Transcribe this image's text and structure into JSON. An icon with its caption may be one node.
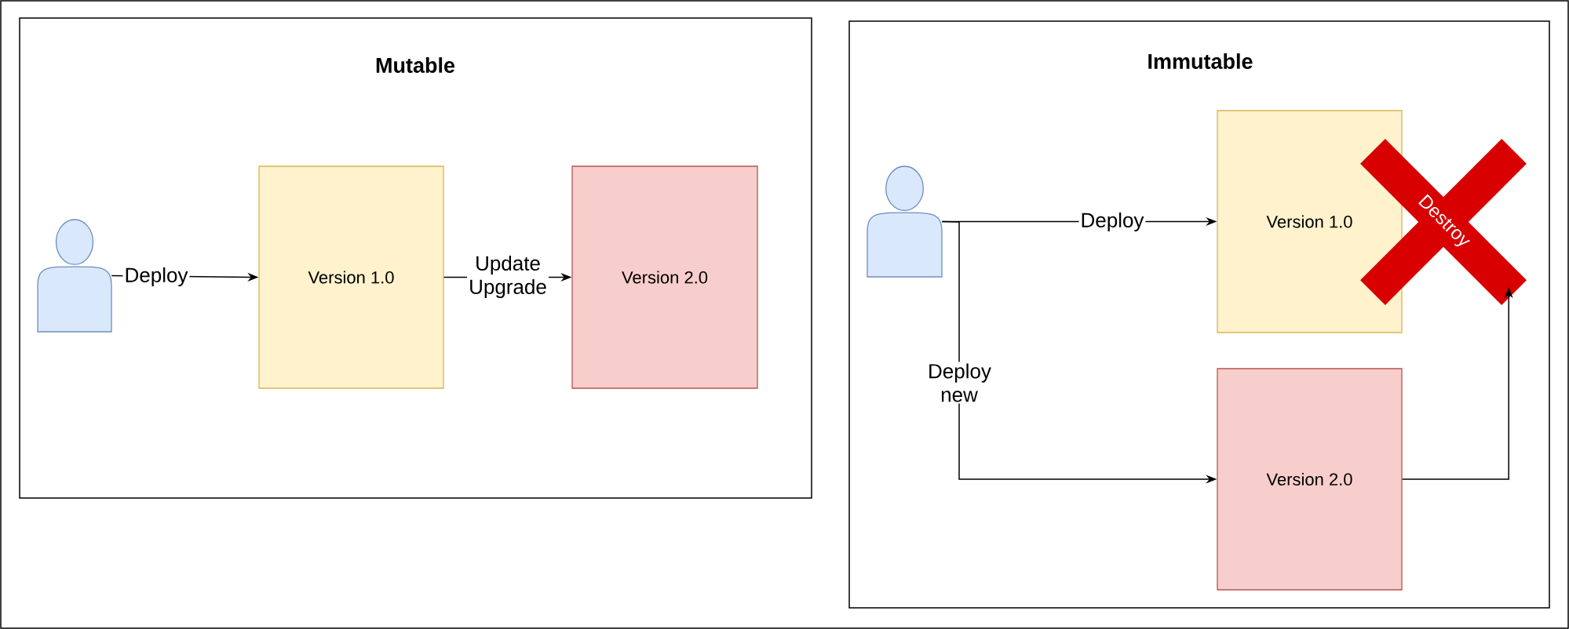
{
  "diagram": {
    "nodes": [
      {
        "text": [
          "Mutable"
        ]
      },
      {
        "text": [],
        "shape": "person",
        "in": 0
      },
      {
        "text": [
          "Version 1.0"
        ],
        "in": 0
      },
      {
        "text": [
          "Version 2.0"
        ],
        "in": 0
      },
      {
        "text": [
          "Immutable"
        ]
      },
      {
        "text": [],
        "shape": "person",
        "in": 4
      },
      {
        "text": [
          "Version 1.0"
        ],
        "in": 4
      },
      {
        "text": [
          "Destroy"
        ],
        "in": 4
      },
      {
        "text": [
          "Version 2.0"
        ],
        "in": 4
      }
    ],
    "edges": [
      {
        "from": 1,
        "to": 2,
        "arrow": "to",
        "label": "Deploy"
      },
      {
        "from": 2,
        "to": 3,
        "arrow": "to",
        "label": "Update Upgrade"
      },
      {
        "from": 5,
        "to": 6,
        "arrow": "to",
        "label": "Deploy"
      },
      {
        "from": 5,
        "to": 8,
        "arrow": "to",
        "label": "Deploy new"
      },
      {
        "from": 8,
        "to": 7,
        "arrow": "to"
      }
    ]
  }
}
